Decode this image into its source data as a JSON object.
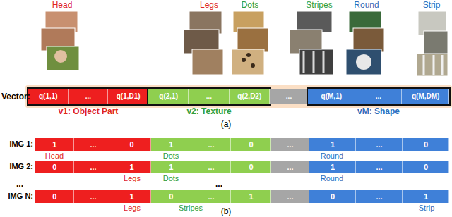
{
  "diagram": {
    "nodes": [
      {
        "text": [
          "v1: Object Part"
        ]
      },
      {
        "text": [
          "q(1,1)"
        ],
        "in": 0
      },
      {
        "text": [
          "..."
        ],
        "in": 0
      },
      {
        "text": [
          "q(1,D1)"
        ],
        "in": 0
      },
      {
        "text": [
          "v2: Texture"
        ]
      },
      {
        "text": [
          "q(2,1)"
        ],
        "in": 4
      },
      {
        "text": [
          "..."
        ],
        "in": 4
      },
      {
        "text": [
          "q(2,D2)"
        ],
        "in": 4
      },
      {
        "text": [
          "..."
        ]
      },
      {
        "text": [
          "vM: Shape"
        ]
      },
      {
        "text": [
          "q(M,1)"
        ],
        "in": 9
      },
      {
        "text": [
          "..."
        ],
        "in": 9
      },
      {
        "text": [
          "q(M,DM)"
        ],
        "in": 9
      },
      {
        "text": [
          "1"
        ]
      },
      {
        "text": [
          "..."
        ]
      },
      {
        "text": [
          "0"
        ]
      },
      {
        "text": [
          "1"
        ]
      },
      {
        "text": [
          "..."
        ]
      },
      {
        "text": [
          "0"
        ]
      },
      {
        "text": [
          "..."
        ]
      },
      {
        "text": [
          "1"
        ]
      },
      {
        "text": [
          "..."
        ]
      },
      {
        "text": [
          "0"
        ]
      },
      {
        "text": [
          "0"
        ]
      },
      {
        "text": [
          "..."
        ]
      },
      {
        "text": [
          "1"
        ]
      },
      {
        "text": [
          "1"
        ]
      },
      {
        "text": [
          "..."
        ]
      },
      {
        "text": [
          "0"
        ]
      },
      {
        "text": [
          "..."
        ]
      },
      {
        "text": [
          "1"
        ]
      },
      {
        "text": [
          "..."
        ]
      },
      {
        "text": [
          "0"
        ]
      },
      {
        "text": [
          "0"
        ]
      },
      {
        "text": [
          "..."
        ]
      },
      {
        "text": [
          "1"
        ]
      },
      {
        "text": [
          "0"
        ]
      },
      {
        "text": [
          "..."
        ]
      },
      {
        "text": [
          "1"
        ]
      },
      {
        "text": [
          "..."
        ]
      },
      {
        "text": [
          "0"
        ]
      },
      {
        "text": [
          "..."
        ]
      },
      {
        "text": [
          "1"
        ]
      }
    ],
    "labels": [
      "Head",
      "Legs",
      "Dots",
      "Stripes",
      "Round",
      "Strip",
      "Vector:",
      "(a)",
      "IMG 1:",
      "Head",
      "Dots",
      "Round",
      "IMG 2:",
      "Legs",
      "Dots",
      "Round",
      "...",
      "...",
      "IMG N:",
      "Legs",
      "Stripes",
      "Strip",
      "(b)"
    ]
  }
}
